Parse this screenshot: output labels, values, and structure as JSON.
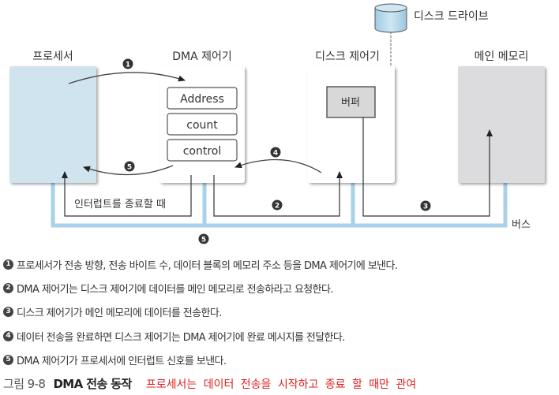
{
  "diagram": {
    "components": {
      "processor": {
        "label": "프로세서",
        "color": "#cfe4ef"
      },
      "dma_controller": {
        "label": "DMA 제어기",
        "registers": [
          "Address",
          "count",
          "control"
        ]
      },
      "disk_controller": {
        "label": "디스크 제어기",
        "buffer_label": "버퍼",
        "buffer_color": "#d8d8d8"
      },
      "main_memory": {
        "label": "메인 메모리",
        "color": "#dcdcde"
      },
      "disk_drive": {
        "label": "디스크 드라이브",
        "color": "#b7d8ea"
      }
    },
    "bus": {
      "label": "버스",
      "color": "#a9d1e8"
    },
    "interrupt_path_label": "인터럽트를 종료할 때",
    "step_markers": {
      "s1": "1",
      "s2": "2",
      "s3": "3",
      "s4": "4",
      "s5_arrow": "5",
      "s5_bus": "5"
    }
  },
  "steps": [
    {
      "num": "1",
      "text": "프로세서가 전송 방향, 전송 바이트 수, 데이터 블록의 메모리 주소 등을 DMA 제어기에 보낸다."
    },
    {
      "num": "2",
      "text": "DMA 제어기는 디스크 제어기에 데이터를 메인 메모리로 전송하라고 요청한다."
    },
    {
      "num": "3",
      "text": "디스크 제어기가 메인 메모리에 데이터를 전송한다."
    },
    {
      "num": "4",
      "text": "데이터 전송을 완료하면 디스크 제어기는 DMA 제어기에 완료 메시지를 전달한다."
    },
    {
      "num": "5",
      "text": "DMA 제어기가 프로세서에 인터럽트 신호를 보낸다."
    }
  ],
  "caption": {
    "figure": "그림 9-8",
    "title": "DMA 전송 동작",
    "handwritten_note": "프로세서는 데이터 전송을 시작하고 종료 할 때만 관여",
    "note_color": "#e0201c"
  }
}
